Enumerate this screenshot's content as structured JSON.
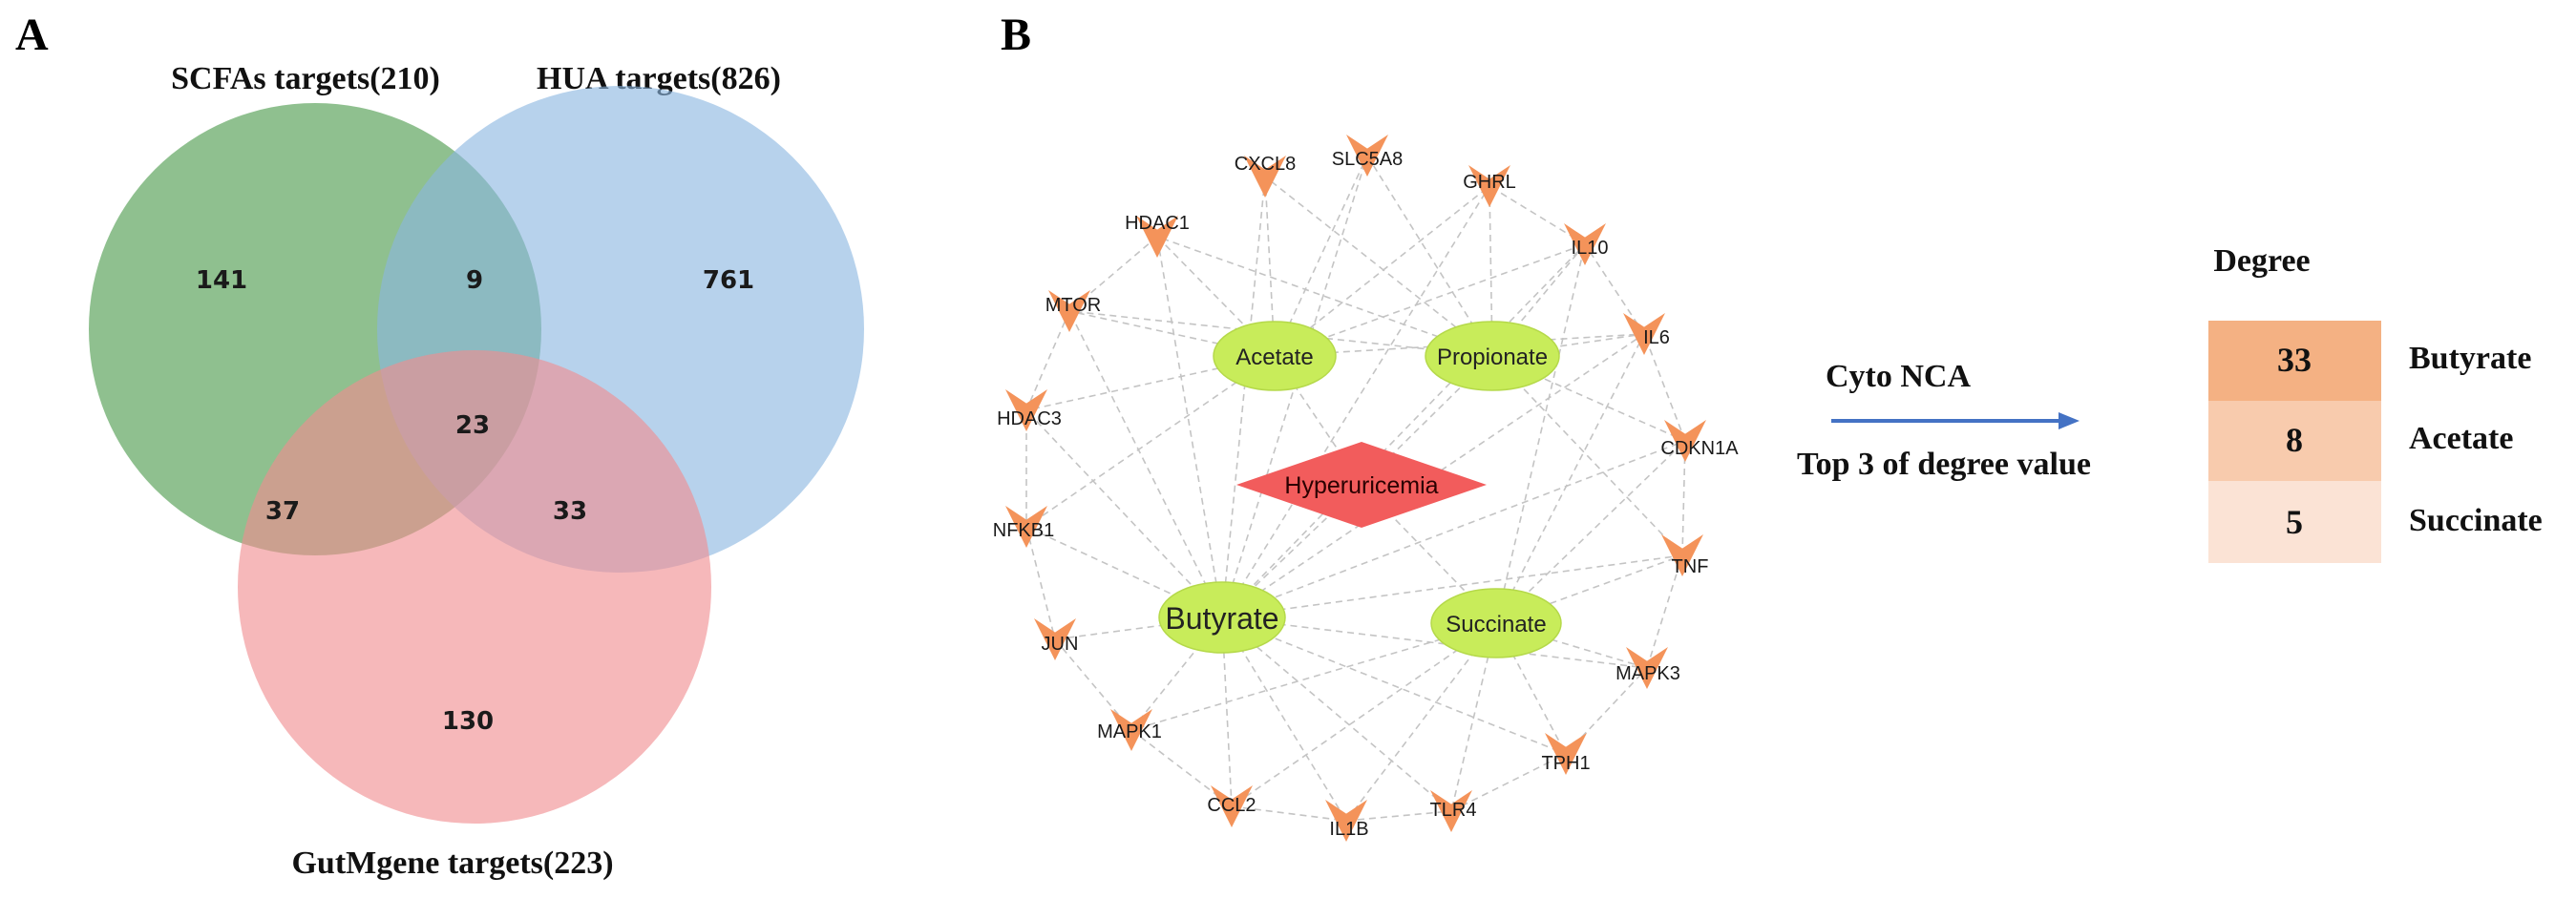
{
  "panel_a": {
    "label": "A",
    "sets": {
      "scfas": {
        "title": "SCFAs targets(210)",
        "color": "#4a9a4a"
      },
      "hua": {
        "title": "HUA targets(826)",
        "color": "#8ab6e0"
      },
      "gutmgene": {
        "title": "GutMgene targets(223)",
        "color": "#f08c90"
      }
    },
    "regions": {
      "scfas_only": "141",
      "scfas_hua": "9",
      "hua_only": "761",
      "all_three": "23",
      "scfas_gutmgene": "37",
      "hua_gutmgene": "33",
      "gutmgene_only": "130"
    }
  },
  "panel_b": {
    "label": "B",
    "center_node": "Hyperuricemia",
    "metabolites": [
      "Acetate",
      "Propionate",
      "Butyrate",
      "Succinate"
    ],
    "targets": [
      "CXCL8",
      "SLC5A8",
      "GHRL",
      "HDAC1",
      "IL10",
      "MTOR",
      "IL6",
      "HDAC3",
      "CDKN1A",
      "NFKB1",
      "TNF",
      "JUN",
      "MAPK3",
      "MAPK1",
      "TPH1",
      "CCL2",
      "IL1B",
      "TLR4"
    ],
    "colors": {
      "target": "#f4935a",
      "metabolite": "#c8ec5a",
      "center": "#f25c5c",
      "edge": "#c4c4c4"
    },
    "arrow_label_top": "Cyto NCA",
    "arrow_label_bottom": "Top 3 of degree value",
    "table_header": "Degree",
    "top3": [
      {
        "value": "33",
        "name": "Butyrate",
        "color": "#f4b183"
      },
      {
        "value": "8",
        "name": "Acetate",
        "color": "#f8cbad"
      },
      {
        "value": "5",
        "name": "Succinate",
        "color": "#fbe3d5"
      }
    ]
  }
}
